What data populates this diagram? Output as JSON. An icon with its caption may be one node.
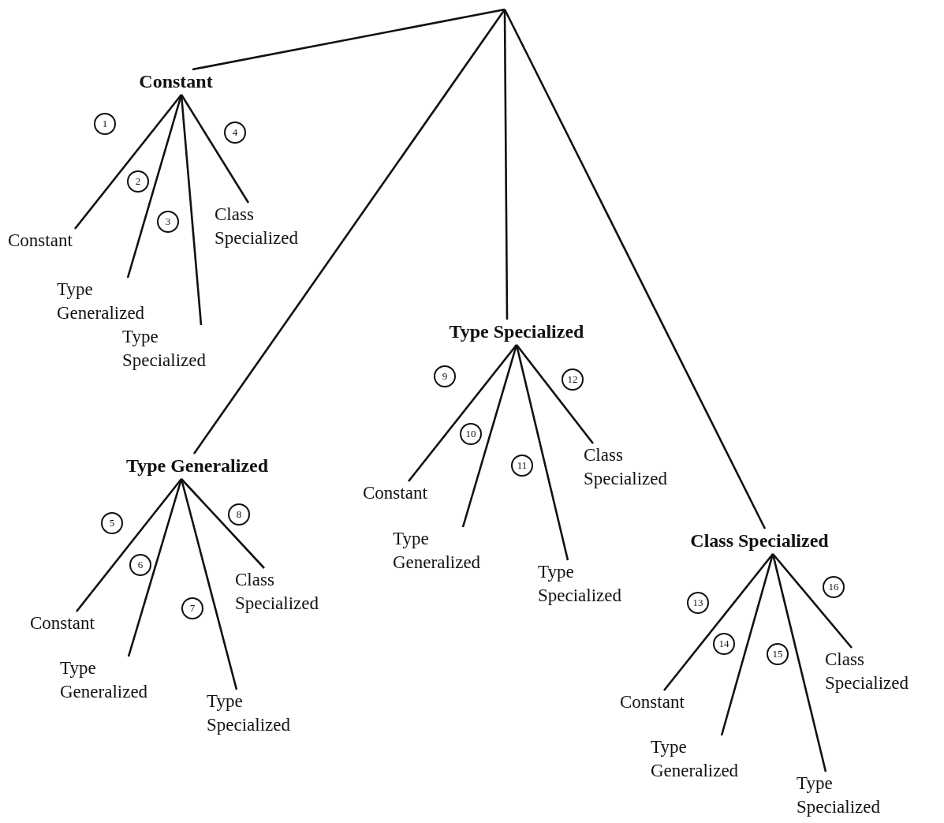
{
  "diagram": {
    "nodes": [
      {
        "text": [
          "Constant"
        ]
      },
      {
        "text": [
          "Constant"
        ]
      },
      {
        "text": [
          "Type Generalized"
        ]
      },
      {
        "text": [
          "Type Specialized"
        ]
      },
      {
        "text": [
          "Class Specialized"
        ]
      },
      {
        "text": [
          "Type Generalized"
        ]
      },
      {
        "text": [
          "Constant"
        ]
      },
      {
        "text": [
          "Type Generalized"
        ]
      },
      {
        "text": [
          "Type Specialized"
        ]
      },
      {
        "text": [
          "Class Specialized"
        ]
      },
      {
        "text": [
          "Type Specialized"
        ]
      },
      {
        "text": [
          "Constant"
        ]
      },
      {
        "text": [
          "Type Generalized"
        ]
      },
      {
        "text": [
          "Type Specialized"
        ]
      },
      {
        "text": [
          "Class Specialized"
        ]
      },
      {
        "text": [
          "Class Specialized"
        ]
      },
      {
        "text": [
          "Constant"
        ]
      },
      {
        "text": [
          "Type Generalized"
        ]
      },
      {
        "text": [
          "Type Specialized"
        ]
      },
      {
        "text": [
          "Class Specialized"
        ]
      }
    ],
    "edges": [
      {
        "from": null,
        "to": 0,
        "arrow": "none"
      },
      {
        "from": null,
        "to": 5,
        "arrow": "none"
      },
      {
        "from": null,
        "to": 10,
        "arrow": "none"
      },
      {
        "from": null,
        "to": 15,
        "arrow": "none"
      },
      {
        "from": 0,
        "to": 1,
        "arrow": "none",
        "label": "1"
      },
      {
        "from": 0,
        "to": 2,
        "arrow": "none",
        "label": "2"
      },
      {
        "from": 0,
        "to": 3,
        "arrow": "none",
        "label": "3"
      },
      {
        "from": 0,
        "to": 4,
        "arrow": "none",
        "label": "4"
      },
      {
        "from": 5,
        "to": 6,
        "arrow": "none",
        "label": "5"
      },
      {
        "from": 5,
        "to": 7,
        "arrow": "none",
        "label": "6"
      },
      {
        "from": 5,
        "to": 8,
        "arrow": "none",
        "label": "7"
      },
      {
        "from": 5,
        "to": 9,
        "arrow": "none",
        "label": "8"
      },
      {
        "from": 10,
        "to": 11,
        "arrow": "none",
        "label": "9"
      },
      {
        "from": 10,
        "to": 12,
        "arrow": "none",
        "label": "10"
      },
      {
        "from": 10,
        "to": 13,
        "arrow": "none",
        "label": "11"
      },
      {
        "from": 10,
        "to": 14,
        "arrow": "none",
        "label": "12"
      },
      {
        "from": 15,
        "to": 16,
        "arrow": "none",
        "label": "13"
      },
      {
        "from": 15,
        "to": 17,
        "arrow": "none",
        "label": "14"
      },
      {
        "from": 15,
        "to": 18,
        "arrow": "none",
        "label": "15"
      },
      {
        "from": 15,
        "to": 19,
        "arrow": "none",
        "label": "16"
      }
    ]
  }
}
